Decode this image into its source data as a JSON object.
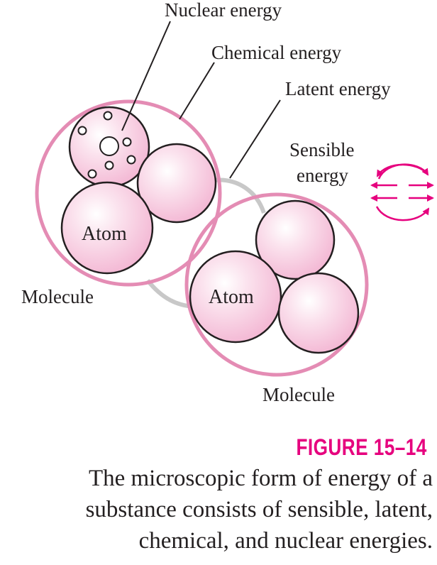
{
  "labels": {
    "nuclear": "Nuclear energy",
    "chemical": "Chemical energy",
    "latent": "Latent energy",
    "sensible_line1": "Sensible",
    "sensible_line2": "energy",
    "molecule_left": "Molecule",
    "molecule_right": "Molecule",
    "atom_left": "Atom",
    "atom_right": "Atom"
  },
  "figure": {
    "label": "FIGURE 15–14",
    "caption": "The microscopic form of energy of a substance consists of sensible, latent, chemical, and nuclear energies."
  },
  "colors": {
    "molecule_outline": "#e48cb4",
    "atom_fill": "#f8c9df",
    "bond": "#c8c8c8",
    "arrow": "#e6007e",
    "figure_label": "#e6007e",
    "text": "#231f20"
  }
}
